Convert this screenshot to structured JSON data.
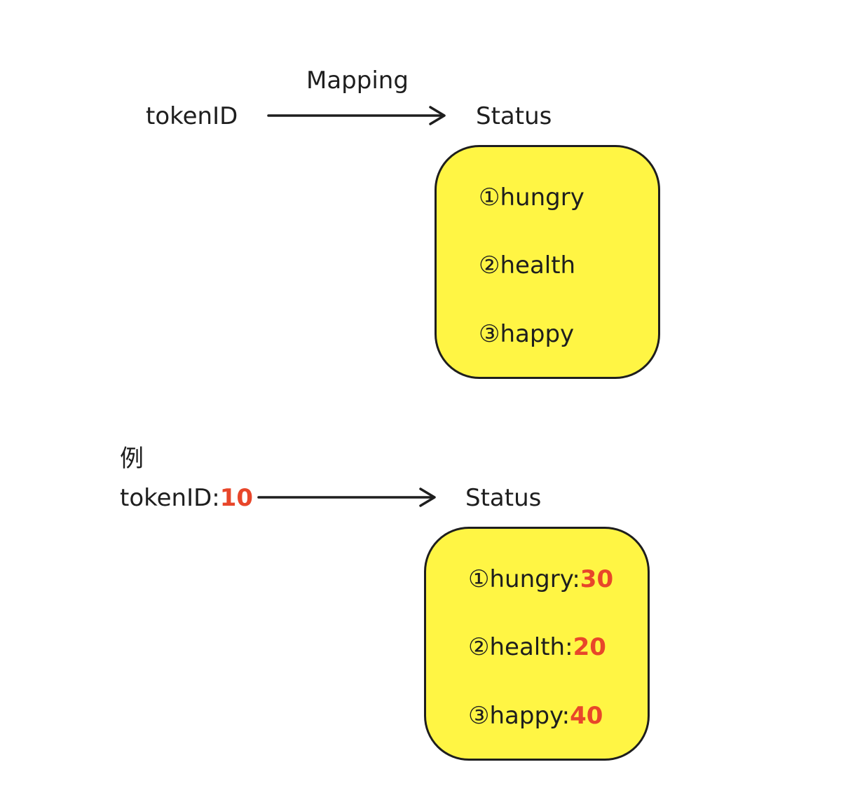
{
  "top": {
    "source_label": "tokenID",
    "arrow_label": "Mapping",
    "target_label": "Status",
    "items": [
      "①hungry",
      "②health",
      "③happy"
    ]
  },
  "example": {
    "heading": "例",
    "source_label": "tokenID:",
    "source_value": "10",
    "target_label": "Status",
    "items": [
      {
        "label": "①hungry:",
        "value": "30"
      },
      {
        "label": "②health:",
        "value": "20"
      },
      {
        "label": "③happy:",
        "value": "40"
      }
    ]
  },
  "colors": {
    "box_fill": "#fff544",
    "stroke": "#1e1e1e",
    "highlight": "#e8462a"
  }
}
